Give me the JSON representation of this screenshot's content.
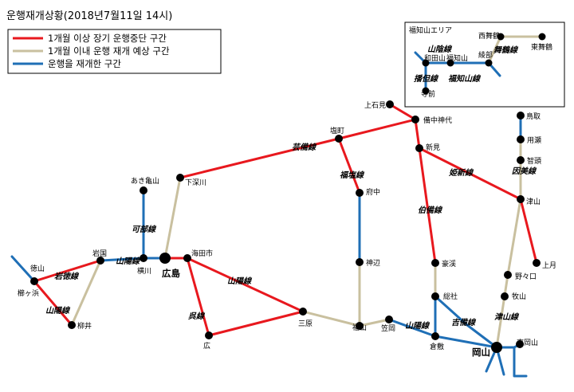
{
  "title": "운행재개상황(2018년7월11일 14시)",
  "legend": [
    {
      "label": "1개월 이상 장기 운행중단 구간",
      "color": "#e8181e"
    },
    {
      "label": "1개월 이내 운행 재개 예상 구간",
      "color": "#c9c09f"
    },
    {
      "label": "운행을 재개한 구간",
      "color": "#1f6fb6"
    }
  ],
  "inset": {
    "title": "福知山エリア",
    "stations": {
      "nishi_maizuru": "西舞鶴",
      "higashi_maizuru": "東舞鶴",
      "wadayama": "和田山",
      "fukuchiyama": "福知山",
      "ayabe": "綾部",
      "teramae": "寺前"
    },
    "lines": {
      "sanin": "山陰線",
      "maizuru": "舞鶴線",
      "bantan": "播但線",
      "fukuchiyama": "福知山線"
    }
  },
  "stations": {
    "kamiishimi": "上石見",
    "bitchu_kojiro": "備中神代",
    "tottori": "鳥取",
    "shiomachi": "塩町",
    "niimi": "新見",
    "mochigase": "用瀬",
    "chizu": "智頭",
    "akiakiyama": "あき亀山",
    "shimofukawa": "下深川",
    "fuchu": "府中",
    "tsuyama": "津山",
    "kamo": "神辺",
    "gotei": "豪渓",
    "kamigawa": "上月",
    "nonokuchi": "野々口",
    "makiyama": "牧山",
    "tokuyama": "徳山",
    "kushigahama": "櫛ヶ浜",
    "iwakuni": "岩国",
    "yokogawa": "横川",
    "hiroshima": "広島",
    "kaitaichi": "海田市",
    "yanai": "柳井",
    "mihara": "三原",
    "fukuyama": "福山",
    "kasaoka": "笠岡",
    "sosha": "総社",
    "kurashiki": "倉敷",
    "okayama": "岡山",
    "higashi_okayama": "東岡山",
    "hiro": "広"
  },
  "lines": {
    "geibi": "芸備線",
    "fukuen": "福塩線",
    "hakubi": "伯備線",
    "kishin": "姫新線",
    "inbi": "因美線",
    "kabe": "可部線",
    "sanyo_west": "山陽線",
    "gantoku": "岩徳線",
    "sanyo_yamaguchi": "山陽線",
    "sanyo_center": "山陽線",
    "kure": "呉線",
    "sanyo_east": "山陽線",
    "kibi": "吉備線",
    "tsuyama": "津山線"
  }
}
